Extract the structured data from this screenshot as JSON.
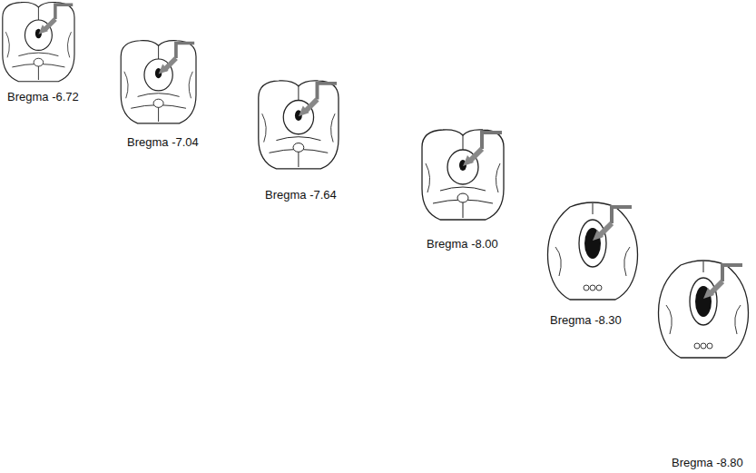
{
  "diagram": {
    "labels": [
      "Bregma -6.72",
      "Bregma -7.04",
      "Bregma -7.64",
      "Bregma -8.00",
      "Bregma -8.30",
      "Bregma -8.80"
    ]
  }
}
